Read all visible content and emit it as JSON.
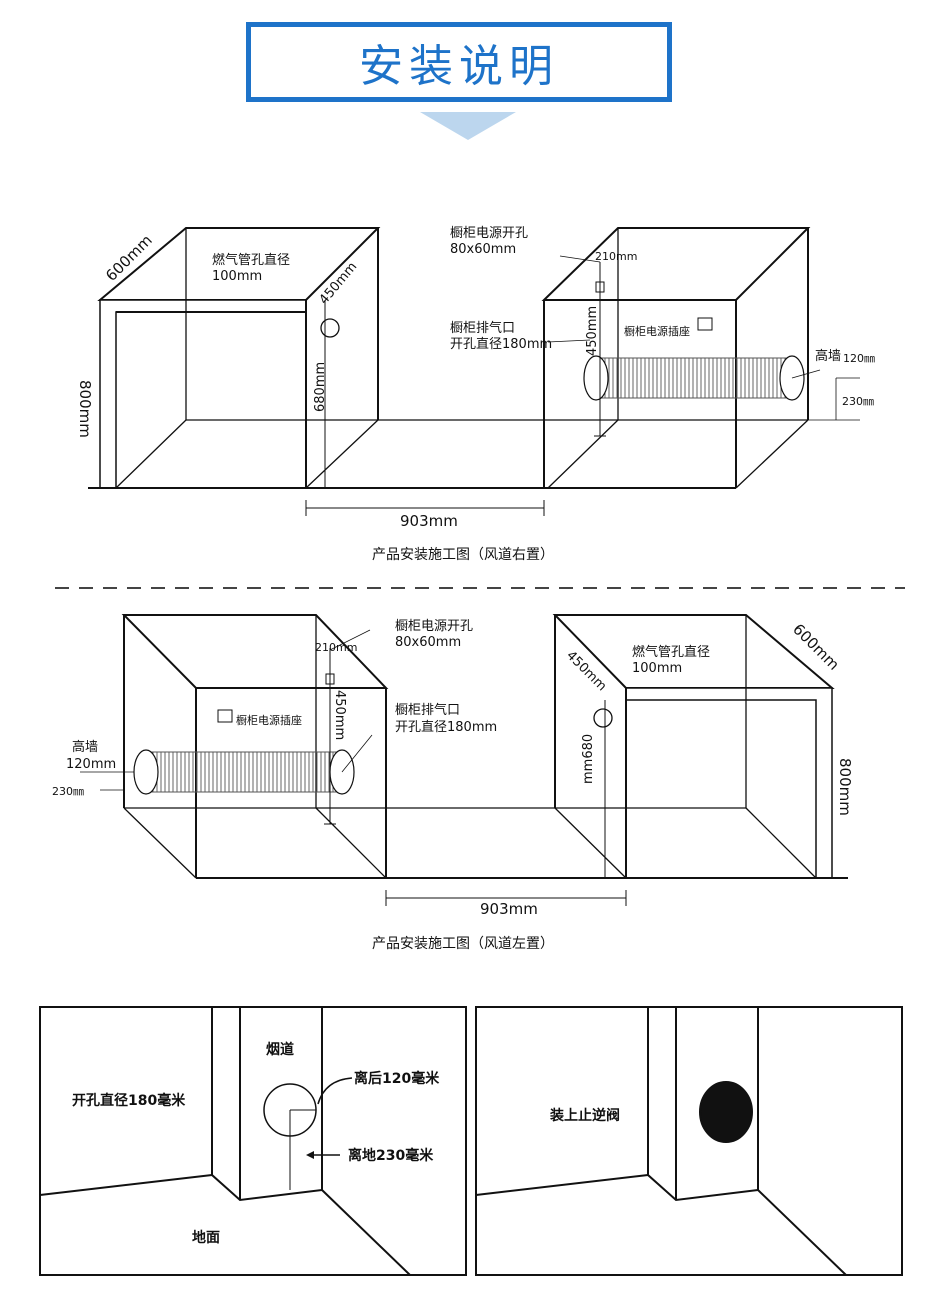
{
  "header": {
    "title": "安装说明"
  },
  "diagram_right": {
    "caption": "产品安装施工图（风道右置）",
    "depth": "600mm",
    "height": "800mm",
    "gas_hole_title": "燃气管孔直径",
    "gas_hole_size": "100mm",
    "gas_offset": "450mm",
    "gas_height": "680mm",
    "power_title": "橱柜电源开孔",
    "power_size": "80x60mm",
    "power_offset": "210mm",
    "exhaust_title": "橱柜排气口",
    "exhaust_size": "开孔直径180mm",
    "exhaust_height": "450mm",
    "socket_label": "橱柜电源插座",
    "wall_high_label": "高墙",
    "wall_high_value": "120㎜",
    "wall_low_value": "230㎜",
    "width": "903mm"
  },
  "diagram_left": {
    "caption": "产品安装施工图（风道左置）",
    "depth": "600mm",
    "height": "800mm",
    "gas_hole_title": "燃气管孔直径",
    "gas_hole_size": "100mm",
    "gas_offset": "450mm",
    "gas_height": "mm680",
    "power_title": "橱柜电源开孔",
    "power_size": "80x60mm",
    "power_offset": "210mm",
    "exhaust_title": "橱柜排气口",
    "exhaust_size": "开孔直径180mm",
    "exhaust_height": "450mm",
    "socket_label": "橱柜电源插座",
    "wall_high_label": "高墙",
    "wall_high_value": "120mm",
    "wall_low_value": "230㎜",
    "width": "903mm"
  },
  "photo_left": {
    "hole_label": "开孔直径180毫米",
    "flue_label": "烟道",
    "back_offset": "离后120毫米",
    "floor_offset": "离地230毫米",
    "floor_label": "地面"
  },
  "photo_right": {
    "valve_label": "装上止逆阀"
  }
}
